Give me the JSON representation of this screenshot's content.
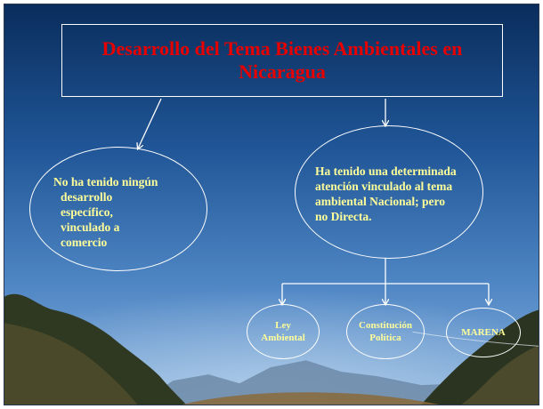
{
  "slide": {
    "title": "Desarrollo del Tema Bienes Ambientales en Nicaragua",
    "left_node": {
      "lines": [
        "No ha tenido ningún",
        "desarrollo",
        "específico,",
        "vinculado a",
        "comercio"
      ]
    },
    "right_node": {
      "lines": [
        "Ha tenido una determinada",
        "atención vinculado al tema",
        "ambiental Nacional;  pero",
        "no Directa."
      ]
    },
    "children": [
      {
        "label": "Ley Ambiental"
      },
      {
        "label": "Constitución Política"
      },
      {
        "label": "MARENA"
      }
    ]
  },
  "colors": {
    "title_text": "#e60000",
    "node_text": "#ffff99",
    "lines": "#ffffff"
  }
}
